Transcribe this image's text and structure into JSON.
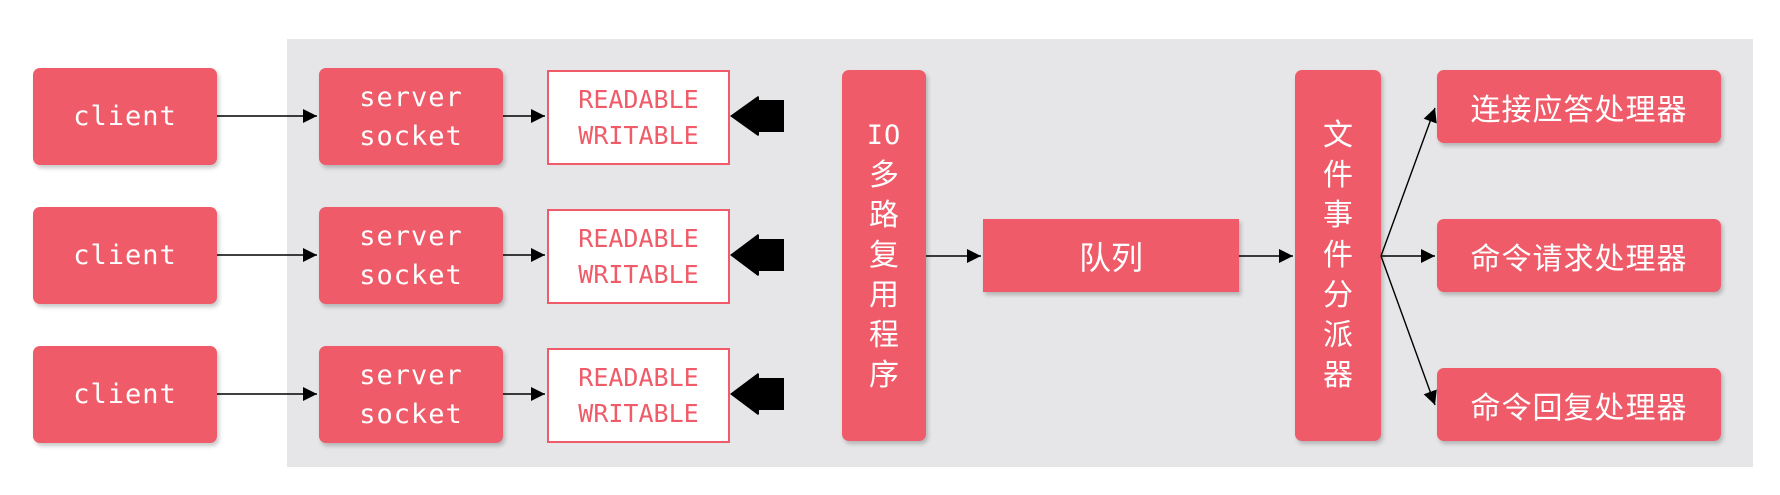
{
  "colors": {
    "accent": "#ef5b68",
    "panel": "#e6e6e8"
  },
  "clients": [
    {
      "label": "client"
    },
    {
      "label": "client"
    },
    {
      "label": "client"
    }
  ],
  "server_sockets": [
    {
      "line1": "server",
      "line2": "socket"
    },
    {
      "line1": "server",
      "line2": "socket"
    },
    {
      "line1": "server",
      "line2": "socket"
    }
  ],
  "events": [
    {
      "line1": "READABLE",
      "line2": "WRITABLE"
    },
    {
      "line1": "READABLE",
      "line2": "WRITABLE"
    },
    {
      "line1": "READABLE",
      "line2": "WRITABLE"
    }
  ],
  "io_multiplexer": [
    "IO",
    "多",
    "路",
    "复",
    "用",
    "程",
    "序"
  ],
  "queue": "队列",
  "file_event_dispatcher": [
    "文",
    "件",
    "事",
    "件",
    "分",
    "派",
    "器"
  ],
  "handlers": [
    {
      "label": "连接应答处理器"
    },
    {
      "label": "命令请求处理器"
    },
    {
      "label": "命令回复处理器"
    }
  ]
}
